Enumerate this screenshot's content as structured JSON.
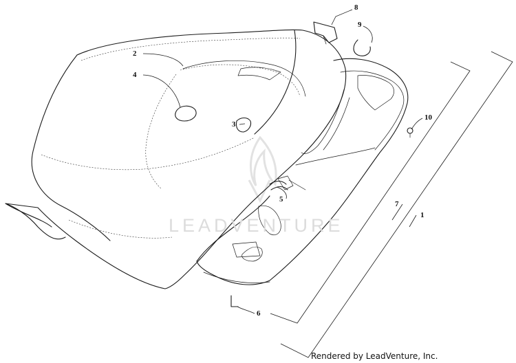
{
  "watermark": {
    "text": "LEADVENTURE"
  },
  "credit": {
    "text": "Rendered by LeadVenture, Inc."
  },
  "callouts": [
    {
      "id": "c1",
      "label": "1"
    },
    {
      "id": "c2",
      "label": "2"
    },
    {
      "id": "c3",
      "label": "3"
    },
    {
      "id": "c4",
      "label": "4"
    },
    {
      "id": "c5",
      "label": "5"
    },
    {
      "id": "c6",
      "label": "6"
    },
    {
      "id": "c7",
      "label": "7"
    },
    {
      "id": "c8",
      "label": "8"
    },
    {
      "id": "c9",
      "label": "9"
    },
    {
      "id": "c10",
      "label": "10"
    }
  ]
}
